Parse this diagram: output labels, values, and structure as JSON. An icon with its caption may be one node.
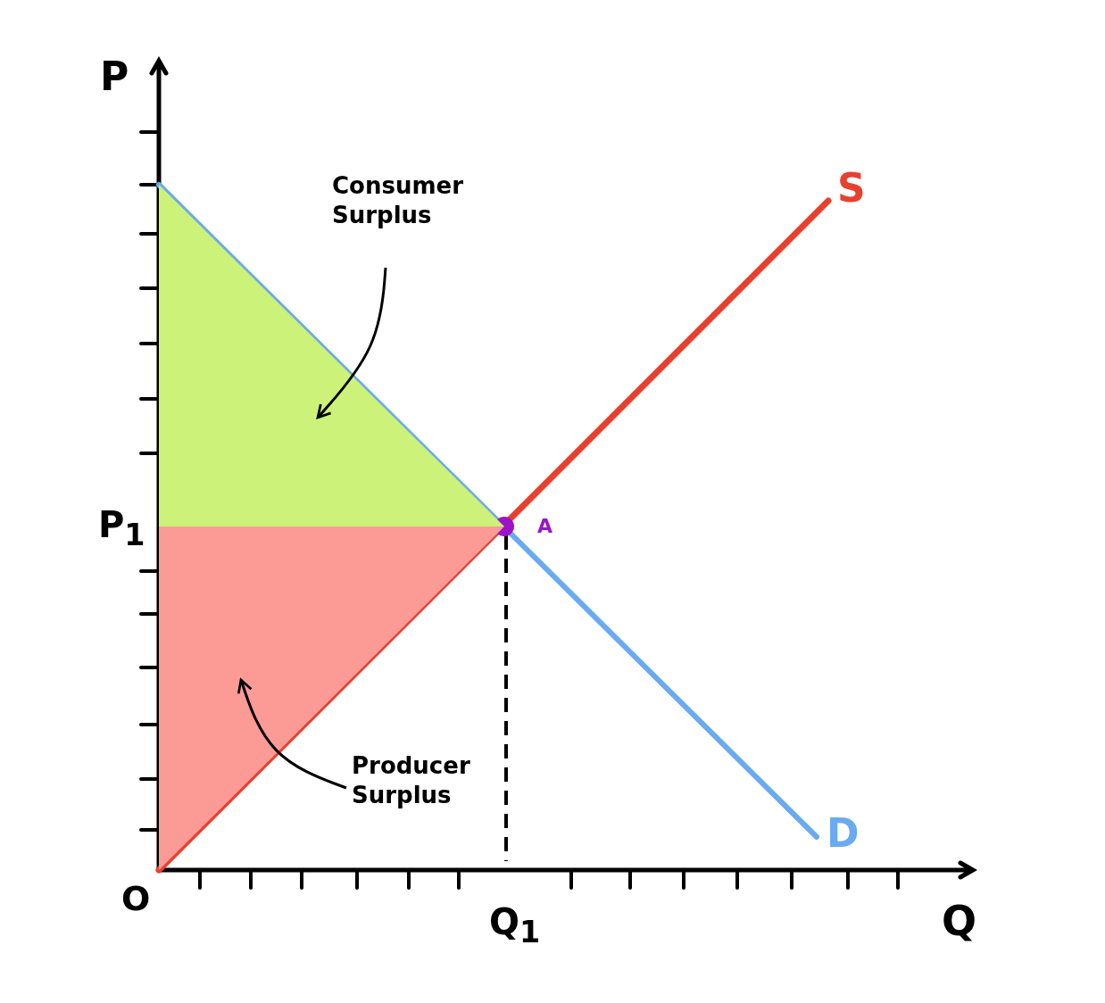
{
  "diagram": {
    "nodes": [
      {
        "text": [
          "Consumer Surplus"
        ]
      },
      {
        "text": [],
        "shape": "triangle"
      },
      {
        "text": [
          "Producer Surplus"
        ]
      },
      {
        "text": [],
        "shape": "triangle"
      }
    ],
    "edges": [
      {
        "from": 0,
        "to": 1,
        "arrow": "to"
      },
      {
        "from": 2,
        "to": 3,
        "arrow": "to"
      }
    ],
    "labels": [
      "P",
      "S",
      "P$_{1}$",
      "A",
      "D",
      "O",
      "Q$_{1}$",
      "Q"
    ]
  }
}
